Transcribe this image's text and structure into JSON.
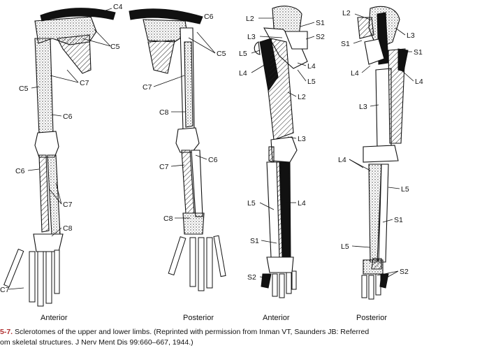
{
  "figure": {
    "views": [
      "Anterior",
      "Posterior",
      "Anterior",
      "Posterior"
    ],
    "caption_number": "5-7.",
    "caption_line1": "Sclerotomes of the upper and lower limbs. (Reprinted with permission from Inman VT, Saunders JB: Referred",
    "caption_line2": "om skeletal structures. J Nerv Ment Dis 99:660–667, 1944.)"
  },
  "arm_anterior": {
    "labels": [
      "C4",
      "C5",
      "C5",
      "C7",
      "C6",
      "C6",
      "C7",
      "C8",
      "C7"
    ]
  },
  "arm_posterior": {
    "labels": [
      "C6",
      "C5",
      "C7",
      "C8",
      "C6",
      "C7",
      "C8"
    ]
  },
  "leg_anterior": {
    "labels": [
      "L2",
      "S1",
      "L3",
      "S2",
      "L5",
      "L4",
      "L4",
      "L5",
      "L2",
      "L3",
      "L5",
      "L4",
      "S1",
      "S2"
    ]
  },
  "leg_posterior": {
    "labels": [
      "L2",
      "L3",
      "S1",
      "S1",
      "L4",
      "L4",
      "L3",
      "L4",
      "L5",
      "S1",
      "L5",
      "S2"
    ]
  }
}
